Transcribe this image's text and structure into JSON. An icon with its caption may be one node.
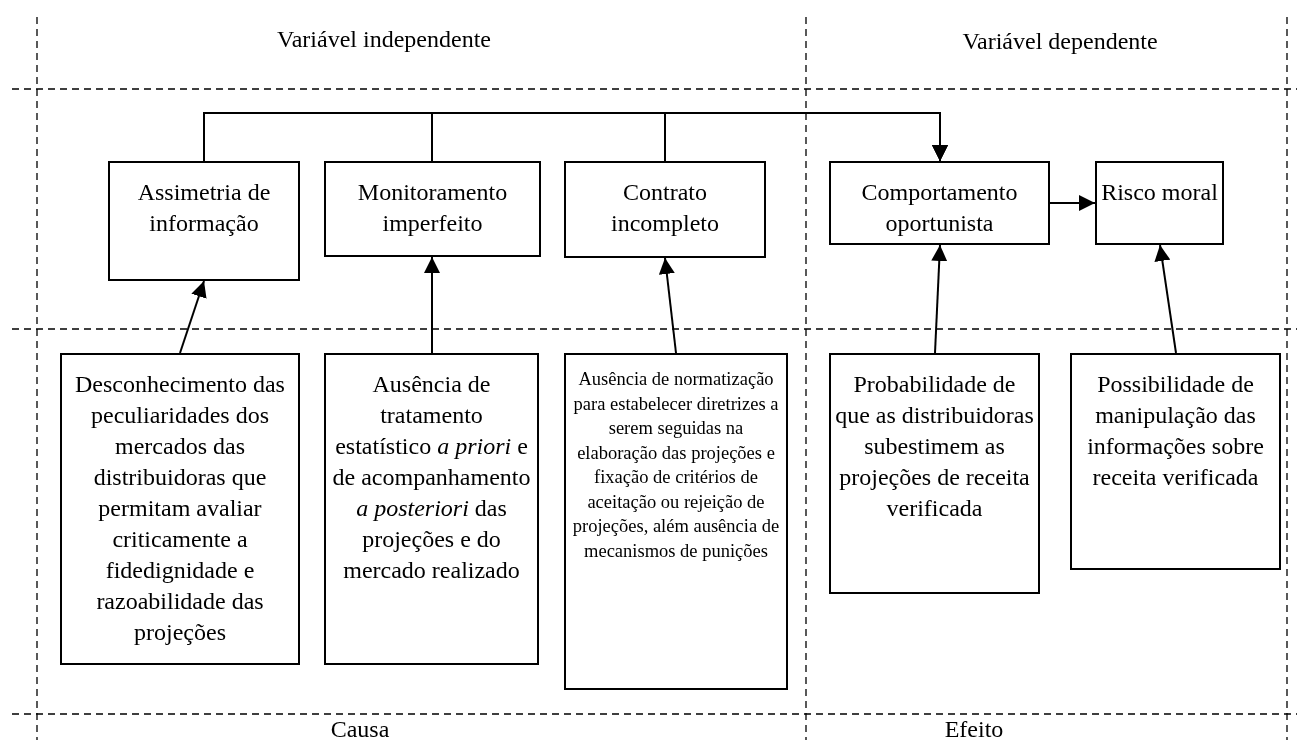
{
  "diagram": {
    "nodes": [
      {
        "text": [
          "Assimetria de informação"
        ]
      },
      {
        "text": [
          "Monitoramento imperfeito"
        ]
      },
      {
        "text": [
          "Contrato incompleto"
        ]
      },
      {
        "text": [
          "Comportamento oportunista"
        ]
      },
      {
        "text": [
          "Risco moral"
        ]
      },
      {
        "text": [
          "Desconhecimento das peculiaridades dos mercados das distribuidoras que permitam avaliar criticamente a fidedignidade e razoabilidade das projeções"
        ]
      },
      {
        "text": [
          "Ausência de tratamento estatístico *a priori* e de acompanhamento *a posteriori* das projeções e do mercado realizado"
        ]
      },
      {
        "text": [
          "Ausência de normatização para estabelecer diretrizes a serem seguidas na elaboração das projeções e fixação de critérios de aceitação ou rejeição de projeções, além ausência de mecanismos de punições"
        ]
      },
      {
        "text": [
          "Probabilidade de que as distribuidoras subestimem as projeções de receita verificada"
        ]
      },
      {
        "text": [
          "Possibilidade de manipulação das informações sobre receita verificada"
        ]
      }
    ],
    "edges": [
      {
        "from": 0,
        "to": 3,
        "arrow": "to"
      },
      {
        "from": 1,
        "to": 3,
        "arrow": "to"
      },
      {
        "from": 2,
        "to": 3,
        "arrow": "to"
      },
      {
        "from": 3,
        "to": 4,
        "arrow": "to"
      },
      {
        "from": 5,
        "to": 0,
        "arrow": "to"
      },
      {
        "from": 6,
        "to": 1,
        "arrow": "to"
      },
      {
        "from": 7,
        "to": 2,
        "arrow": "to"
      },
      {
        "from": 8,
        "to": 3,
        "arrow": "to"
      },
      {
        "from": 9,
        "to": 4,
        "arrow": "to"
      }
    ],
    "labels": [
      "Variável independente",
      "Variável dependente",
      "Causa",
      "Efeito"
    ]
  }
}
